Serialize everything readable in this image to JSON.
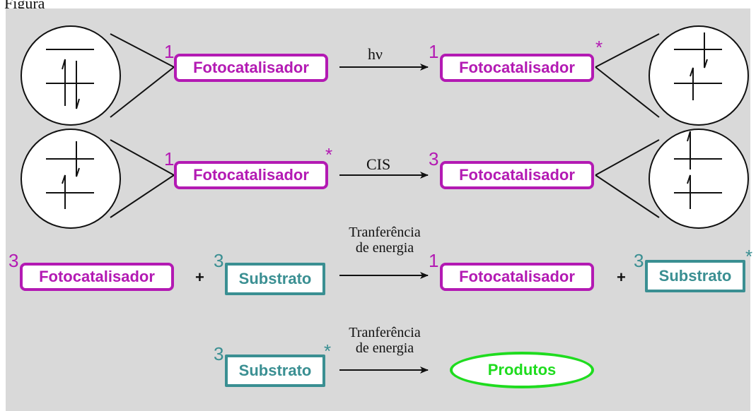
{
  "figure_label": "Figura",
  "catalyst": "Fotocatalisador",
  "substrate": "Substrato",
  "products": "Produtos",
  "plus": "+",
  "asterisk": "*",
  "mult": {
    "singlet": "1",
    "triplet": "3"
  },
  "arrows": {
    "hv": "hν",
    "cis": "CIS",
    "energy_line1": "Tranferência",
    "energy_line2": "de energia"
  },
  "colors": {
    "panel": "#d9d9d9",
    "catalyst": "#b31ab3",
    "substrate": "#3a8f92",
    "products": "#1fdc1f"
  }
}
